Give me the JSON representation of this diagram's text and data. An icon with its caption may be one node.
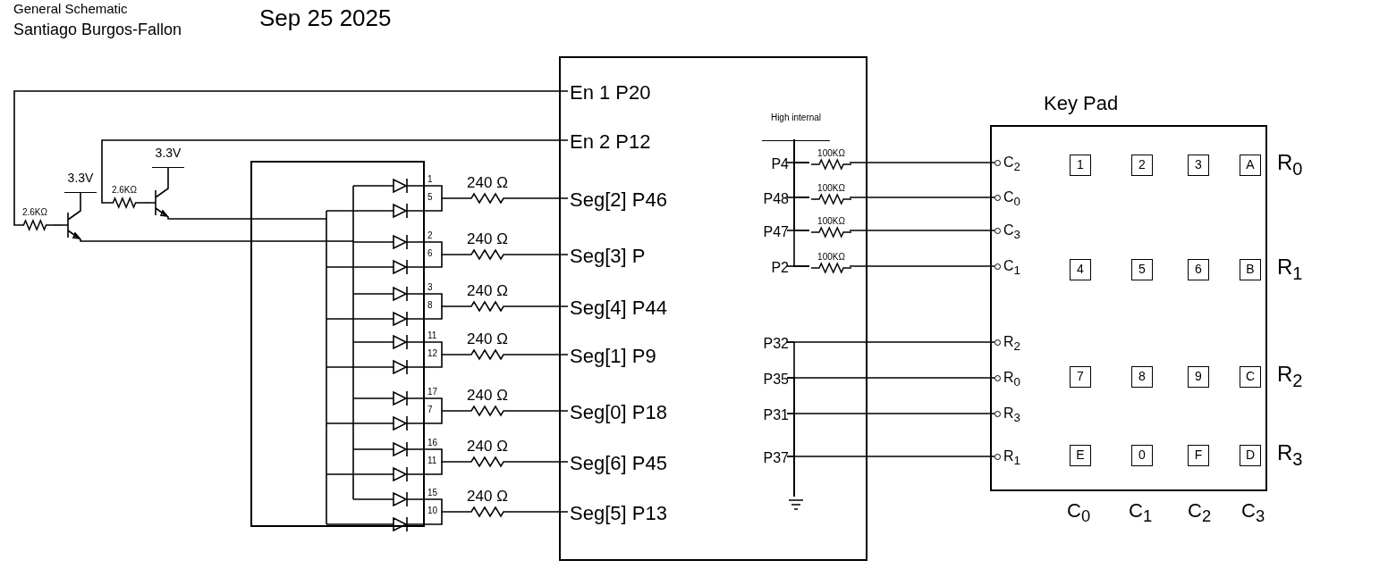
{
  "diagram": {
    "title": "General Schematic",
    "nodes": [
      {
        "text": [],
        "shape": "box"
      },
      {
        "text": [
          "En 1 P20"
        ],
        "in": 0
      },
      {
        "text": [
          "En 2 P12"
        ],
        "in": 0
      },
      {
        "text": [
          "Seg[2] P46"
        ],
        "in": 0
      },
      {
        "text": [
          "Seg[3] P"
        ],
        "in": 0
      },
      {
        "text": [
          "Seg[4] P44"
        ],
        "in": 0
      },
      {
        "text": [
          "Seg[1] P9"
        ],
        "in": 0
      },
      {
        "text": [
          "Seg[0] P18"
        ],
        "in": 0
      },
      {
        "text": [
          "Seg[6] P45"
        ],
        "in": 0
      },
      {
        "text": [
          "Seg[5] P13"
        ],
        "in": 0
      },
      {
        "text": [
          "P4"
        ],
        "in": 0
      },
      {
        "text": [
          "P48"
        ],
        "in": 0
      },
      {
        "text": [
          "P47"
        ],
        "in": 0
      },
      {
        "text": [
          "P2"
        ],
        "in": 0
      },
      {
        "text": [
          "P32"
        ],
        "in": 0
      },
      {
        "text": [
          "P35"
        ],
        "in": 0
      },
      {
        "text": [
          "P31"
        ],
        "in": 0
      },
      {
        "text": [
          "P37"
        ],
        "in": 0
      },
      {
        "text": [
          "Key Pad"
        ]
      },
      {
        "text": [
          "C$_{2}$"
        ],
        "in": 18
      },
      {
        "text": [
          "C$_{0}$"
        ],
        "in": 18
      },
      {
        "text": [
          "C$_{3}$"
        ],
        "in": 18
      },
      {
        "text": [
          "C$_{1}$"
        ],
        "in": 18
      },
      {
        "text": [
          "R$_{2}$"
        ],
        "in": 18
      },
      {
        "text": [
          "R$_{0}$"
        ],
        "in": 18
      },
      {
        "text": [
          "R$_{3}$"
        ],
        "in": 18
      },
      {
        "text": [
          "R$_{1}$"
        ],
        "in": 18
      },
      {
        "text": [
          "1"
        ],
        "in": 18
      },
      {
        "text": [
          "2"
        ],
        "in": 18
      },
      {
        "text": [
          "3"
        ],
        "in": 18
      },
      {
        "text": [
          "A"
        ],
        "in": 18
      },
      {
        "text": [
          "4"
        ],
        "in": 18
      },
      {
        "text": [
          "5"
        ],
        "in": 18
      },
      {
        "text": [
          "6"
        ],
        "in": 18
      },
      {
        "text": [
          "B"
        ],
        "in": 18
      },
      {
        "text": [
          "7"
        ],
        "in": 18
      },
      {
        "text": [
          "8"
        ],
        "in": 18
      },
      {
        "text": [
          "9"
        ],
        "in": 18
      },
      {
        "text": [
          "C"
        ],
        "in": 18
      },
      {
        "text": [
          "E"
        ],
        "in": 18
      },
      {
        "text": [
          "0"
        ],
        "in": 18
      },
      {
        "text": [
          "F"
        ],
        "in": 18
      },
      {
        "text": [
          "D"
        ],
        "in": 18
      },
      {
        "text": [],
        "shape": "box"
      },
      {
        "text": [
          "240 Ω"
        ]
      },
      {
        "text": [
          "240 Ω"
        ]
      },
      {
        "text": [
          "240 Ω"
        ]
      },
      {
        "text": [
          "240 Ω"
        ]
      },
      {
        "text": [
          "240 Ω"
        ]
      },
      {
        "text": [
          "240 Ω"
        ]
      },
      {
        "text": [
          "240 Ω"
        ]
      },
      {
        "text": [
          "2.6KΩ"
        ]
      },
      {
        "text": [
          "2.6KΩ"
        ]
      },
      {
        "text": [],
        "shape": "transistor"
      },
      {
        "text": [],
        "shape": "transistor"
      },
      {
        "text": [
          "3.3V"
        ]
      },
      {
        "text": [
          "3.3V"
        ]
      },
      {
        "text": [
          "100KΩ"
        ],
        "in": 0
      },
      {
        "text": [
          "100KΩ"
        ],
        "in": 0
      },
      {
        "text": [
          "100KΩ"
        ],
        "in": 0
      },
      {
        "text": [
          "100KΩ"
        ],
        "in": 0
      },
      {
        "text": [
          "High internal"
        ],
        "in": 0
      },
      {
        "text": [],
        "shape": "ground",
        "in": 0
      }
    ],
    "edges": [
      {
        "from": 1,
        "to": 51,
        "arrow": "none"
      },
      {
        "from": 51,
        "to": 53,
        "arrow": "none"
      },
      {
        "from": 53,
        "to": 55,
        "arrow": "none"
      },
      {
        "from": 53,
        "to": 43,
        "arrow": "none"
      },
      {
        "from": 2,
        "to": 52,
        "arrow": "none"
      },
      {
        "from": 52,
        "to": 54,
        "arrow": "none"
      },
      {
        "from": 54,
        "to": 56,
        "arrow": "none"
      },
      {
        "from": 54,
        "to": 43,
        "arrow": "none"
      },
      {
        "from": 43,
        "to": 44,
        "arrow": "none"
      },
      {
        "from": 43,
        "to": 45,
        "arrow": "none"
      },
      {
        "from": 43,
        "to": 46,
        "arrow": "none"
      },
      {
        "from": 43,
        "to": 47,
        "arrow": "none"
      },
      {
        "from": 43,
        "to": 48,
        "arrow": "none"
      },
      {
        "from": 43,
        "to": 49,
        "arrow": "none"
      },
      {
        "from": 43,
        "to": 50,
        "arrow": "none"
      },
      {
        "from": 44,
        "to": 3,
        "arrow": "none"
      },
      {
        "from": 45,
        "to": 4,
        "arrow": "none"
      },
      {
        "from": 46,
        "to": 5,
        "arrow": "none"
      },
      {
        "from": 47,
        "to": 6,
        "arrow": "none"
      },
      {
        "from": 48,
        "to": 7,
        "arrow": "none"
      },
      {
        "from": 49,
        "to": 8,
        "arrow": "none"
      },
      {
        "from": 50,
        "to": 9,
        "arrow": "none"
      },
      {
        "from": 61,
        "to": 57,
        "arrow": "none"
      },
      {
        "from": 61,
        "to": 58,
        "arrow": "none"
      },
      {
        "from": 61,
        "to": 59,
        "arrow": "none"
      },
      {
        "from": 61,
        "to": 60,
        "arrow": "none"
      },
      {
        "from": 10,
        "to": 57,
        "arrow": "none"
      },
      {
        "from": 11,
        "to": 58,
        "arrow": "none"
      },
      {
        "from": 12,
        "to": 59,
        "arrow": "none"
      },
      {
        "from": 13,
        "to": 60,
        "arrow": "none"
      },
      {
        "from": 57,
        "to": 19,
        "arrow": "none"
      },
      {
        "from": 58,
        "to": 20,
        "arrow": "none"
      },
      {
        "from": 59,
        "to": 21,
        "arrow": "none"
      },
      {
        "from": 60,
        "to": 22,
        "arrow": "none"
      },
      {
        "from": 14,
        "to": 23,
        "arrow": "none"
      },
      {
        "from": 15,
        "to": 24,
        "arrow": "none"
      },
      {
        "from": 16,
        "to": 25,
        "arrow": "none"
      },
      {
        "from": 17,
        "to": 26,
        "arrow": "none"
      },
      {
        "from": 14,
        "to": 62,
        "arrow": "none"
      },
      {
        "from": 15,
        "to": 62,
        "arrow": "none"
      },
      {
        "from": 16,
        "to": 62,
        "arrow": "none"
      },
      {
        "from": 17,
        "to": 62,
        "arrow": "none"
      }
    ],
    "labels": [
      "Santiago Burgos-Fallon",
      "Sep 25 2025",
      "1",
      "5",
      "2",
      "6",
      "3",
      "8",
      "11",
      "12",
      "17",
      "7",
      "16",
      "11",
      "15",
      "10",
      "R$_{0}$",
      "R$_{1}$",
      "R$_{2}$",
      "R$_{3}$",
      "C$_{0}$",
      "C$_{1}$",
      "C$_{2}$",
      "C$_{3}$"
    ]
  }
}
